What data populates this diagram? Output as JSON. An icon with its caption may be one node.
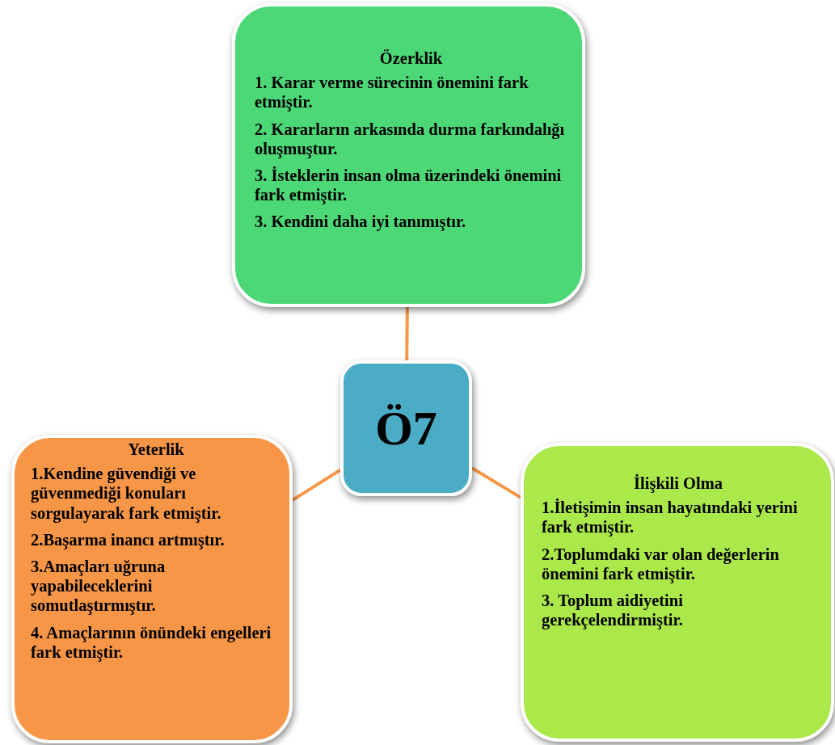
{
  "diagram": {
    "nodes": [
      {
        "text": [
          "Özerklik",
          "1. Karar verme sürecinin önemini fark etmiştir.",
          "2. Kararların arkasında durma farkındalığı oluşmuştur.",
          "3. İsteklerin insan olma üzerindeki önemini fark etmiştir.",
          "3. Kendini daha iyi tanımıştır."
        ]
      },
      {
        "text": [
          "Ö7"
        ]
      },
      {
        "text": [
          "Yeterlik",
          "1.Kendine güvendiği ve güvenmediği konuları sorgulayarak fark etmiştir.",
          "2.Başarma inancı artmıştır.",
          "3.Amaçları uğruna yapabileceklerini somutlaştırmıştır.",
          "4. Amaçlarının önündeki engelleri fark etmiştir."
        ]
      },
      {
        "text": [
          "İlişkili Olma",
          "1.İletişimin  insan hayatındaki yerini fark etmiştir.",
          "2.Toplumdaki var olan değerlerin önemini fark etmiştir.",
          "3. Toplum aidiyetini gerekçelendirmiştir."
        ]
      }
    ],
    "edges": [
      {
        "from": 1,
        "to": 0,
        "arrow": "none"
      },
      {
        "from": 1,
        "to": 2,
        "arrow": "none"
      },
      {
        "from": 1,
        "to": 3,
        "arrow": "none"
      }
    ]
  }
}
